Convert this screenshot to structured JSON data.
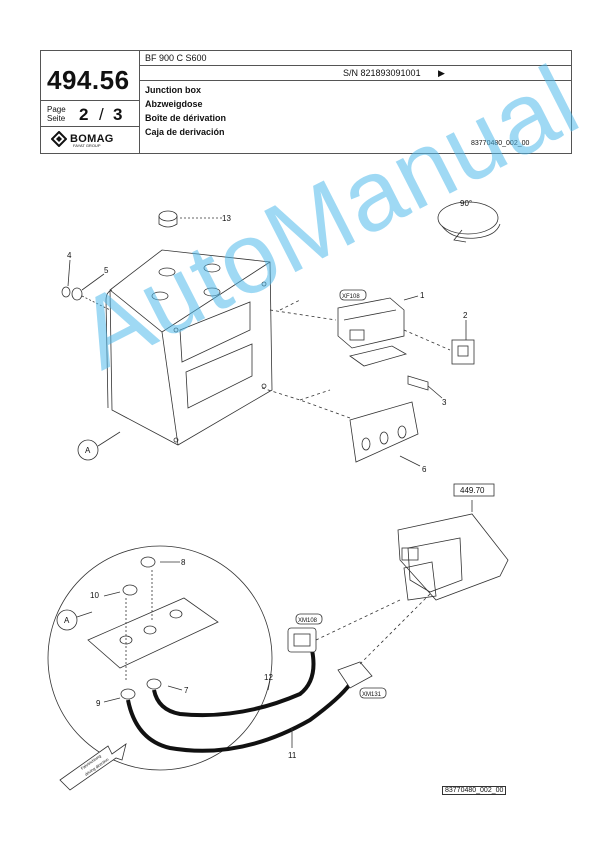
{
  "header": {
    "page_number": "494.56",
    "model": "BF 900 C S600",
    "serial": "S/N 821893091001",
    "serial_arrow": "▶",
    "page_label_en": "Page",
    "page_label_de": "Seite",
    "page_current": "2",
    "page_separator": "/",
    "page_total": "3",
    "titles": [
      "Junction box",
      "Abzweigdose",
      "Boîte de dérivation",
      "Caja de derivación"
    ],
    "doc_code": "83770480_002_00",
    "brand": "BOMAG",
    "brand_sub": "FAYAT GROUP"
  },
  "diagram": {
    "rotation_label": "90°",
    "ref_page": "449.70",
    "connectors": [
      "XF108",
      "XM108",
      "XM131"
    ],
    "detail_labels": [
      "A",
      "A"
    ],
    "part_numbers": [
      "1",
      "2",
      "3",
      "4",
      "5",
      "6",
      "7",
      "8",
      "9",
      "10",
      "11",
      "12",
      "13"
    ],
    "direction_text": [
      "Fahrtrichtung",
      "driving direction"
    ],
    "footer_code": "83770480_002_00"
  },
  "watermark": "AutoManual",
  "colors": {
    "watermark": "#50b9eb",
    "line": "#555555"
  }
}
